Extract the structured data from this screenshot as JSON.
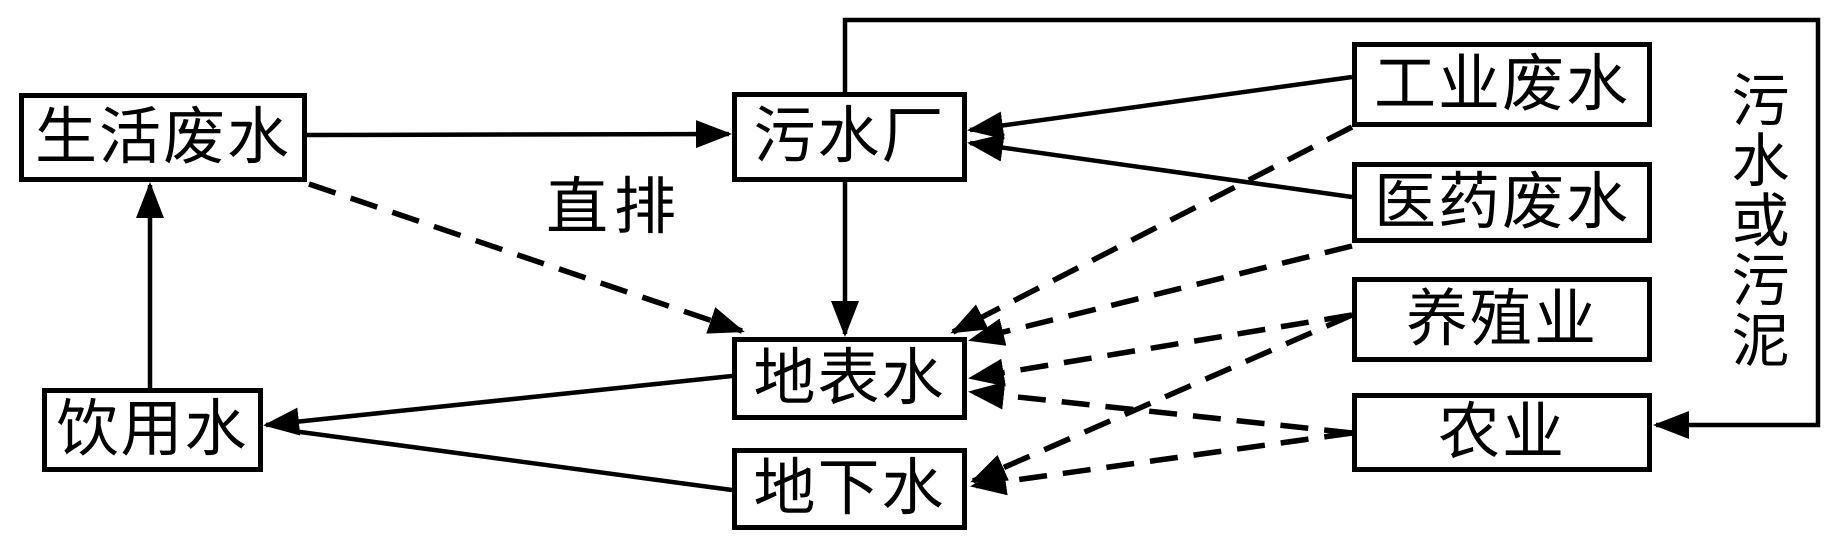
{
  "diagram": {
    "type": "flowchart",
    "background_color": "#ffffff",
    "line_color": "#000000",
    "nodes": {
      "domestic_wastewater": {
        "label": "生活废水"
      },
      "sewage_plant": {
        "label": "污水厂"
      },
      "industrial_wastewater": {
        "label": "工业废水"
      },
      "pharma_wastewater": {
        "label": "医药废水"
      },
      "aquaculture": {
        "label": "养殖业"
      },
      "agriculture": {
        "label": "农业"
      },
      "surface_water": {
        "label": "地表水"
      },
      "groundwater": {
        "label": "地下水"
      },
      "drinking_water": {
        "label": "饮用水"
      }
    },
    "edge_labels": {
      "direct_discharge": "直排",
      "sewage_or_sludge": "污水或污泥"
    },
    "edges": [
      {
        "from": "domestic_wastewater",
        "to": "sewage_plant",
        "style": "solid"
      },
      {
        "from": "sewage_plant",
        "to": "surface_water",
        "style": "solid"
      },
      {
        "from": "sewage_plant",
        "to": "agriculture",
        "style": "solid",
        "label": "污水或污泥"
      },
      {
        "from": "industrial_wastewater",
        "to": "sewage_plant",
        "style": "solid"
      },
      {
        "from": "pharma_wastewater",
        "to": "sewage_plant",
        "style": "solid"
      },
      {
        "from": "surface_water",
        "to": "drinking_water",
        "style": "solid"
      },
      {
        "from": "groundwater",
        "to": "drinking_water",
        "style": "solid"
      },
      {
        "from": "drinking_water",
        "to": "domestic_wastewater",
        "style": "solid"
      },
      {
        "from": "domestic_wastewater",
        "to": "surface_water",
        "style": "dashed",
        "label": "直排"
      },
      {
        "from": "industrial_wastewater",
        "to": "surface_water",
        "style": "dashed"
      },
      {
        "from": "pharma_wastewater",
        "to": "surface_water",
        "style": "dashed"
      },
      {
        "from": "aquaculture",
        "to": "surface_water",
        "style": "dashed"
      },
      {
        "from": "aquaculture",
        "to": "groundwater",
        "style": "dashed"
      },
      {
        "from": "agriculture",
        "to": "surface_water",
        "style": "dashed"
      },
      {
        "from": "agriculture",
        "to": "groundwater",
        "style": "dashed"
      }
    ]
  }
}
